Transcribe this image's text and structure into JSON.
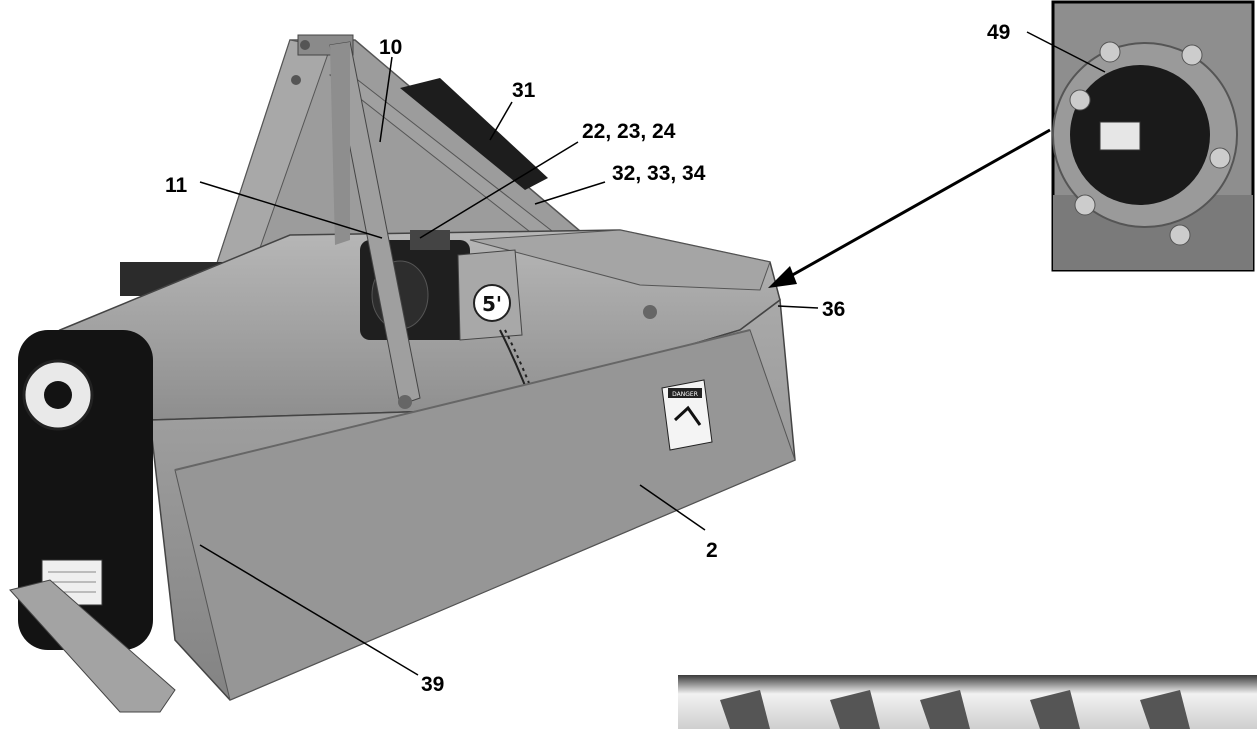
{
  "callouts": {
    "c10": "10",
    "c31": "31",
    "c22_23_24": "22, 23, 24",
    "c32_33_34": "32, 33, 34",
    "c11": "11",
    "c36": "36",
    "c49": "49",
    "c2": "2",
    "c39": "39"
  },
  "decals": {
    "width_badge": "5'",
    "danger": "DANGER"
  }
}
